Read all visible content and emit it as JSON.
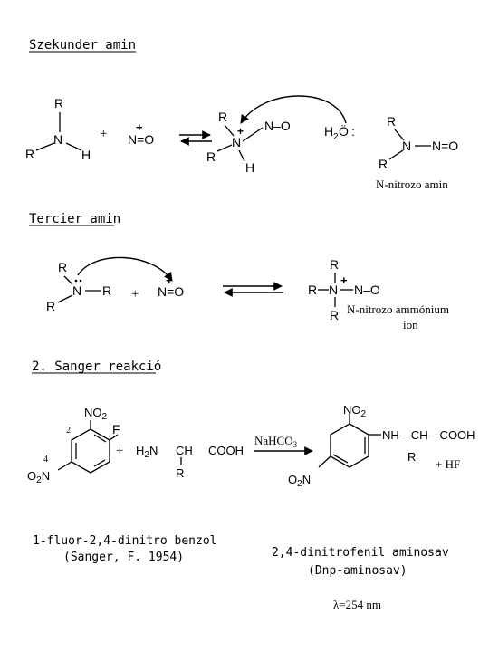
{
  "sections": {
    "secondary_title": "Szekunder amin",
    "tertiary_title": "Tercier amin",
    "sanger_title": "2. Sanger reakció"
  },
  "atoms": {
    "R": "R",
    "N": "N",
    "H": "H",
    "O": "O",
    "F": "F",
    "N_eq_O": "N=O",
    "N_dash_O": "N–O",
    "plus": "+",
    "H2O": "H",
    "H2O_sub": "2",
    "H2O_O": "Ö",
    "colon": ":",
    "H2N": "H",
    "H2N_sub": "2",
    "CH": "CH",
    "COOH": "COOH",
    "NO2_N": "NO",
    "NO2_sub": "2",
    "O2N_O": "O",
    "O2N_sub": "2",
    "NH_CH_COOH": "NH—CH—COOH",
    "pos2": "2",
    "pos4": "4"
  },
  "labels": {
    "nitroso_amine": "N-nitrozo amin",
    "nitroso_ammonium_line1": "N-nitrozo ammónium",
    "nitroso_ammonium_line2": "ion",
    "reagent": "NaHCO",
    "reagent_sub": "3",
    "byproduct": "+ HF",
    "fdnb_line1": "1-fluor-2,4-dinitro benzol",
    "fdnb_line2": "(Sanger, F. 1954)",
    "dnp_line1": "2,4-dinitrofenil aminosav",
    "dnp_line2": "(Dnp-aminosav)",
    "lambda": "λ=254 nm"
  }
}
